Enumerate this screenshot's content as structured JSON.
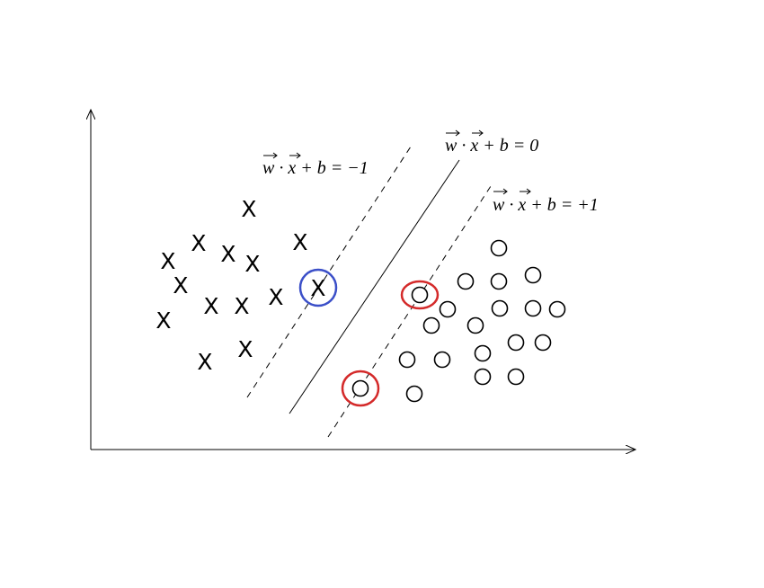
{
  "diagram": {
    "equations": {
      "negative": "w · x + b = −1",
      "zero": "w · x + b = 0",
      "positive": "w · x + b = +1"
    },
    "negative_class_symbol": "X",
    "support_vector_colors": {
      "negative": "#3b4fc8",
      "positive": "#d42a2a"
    },
    "point_colors": {
      "marks": "#000000"
    }
  }
}
